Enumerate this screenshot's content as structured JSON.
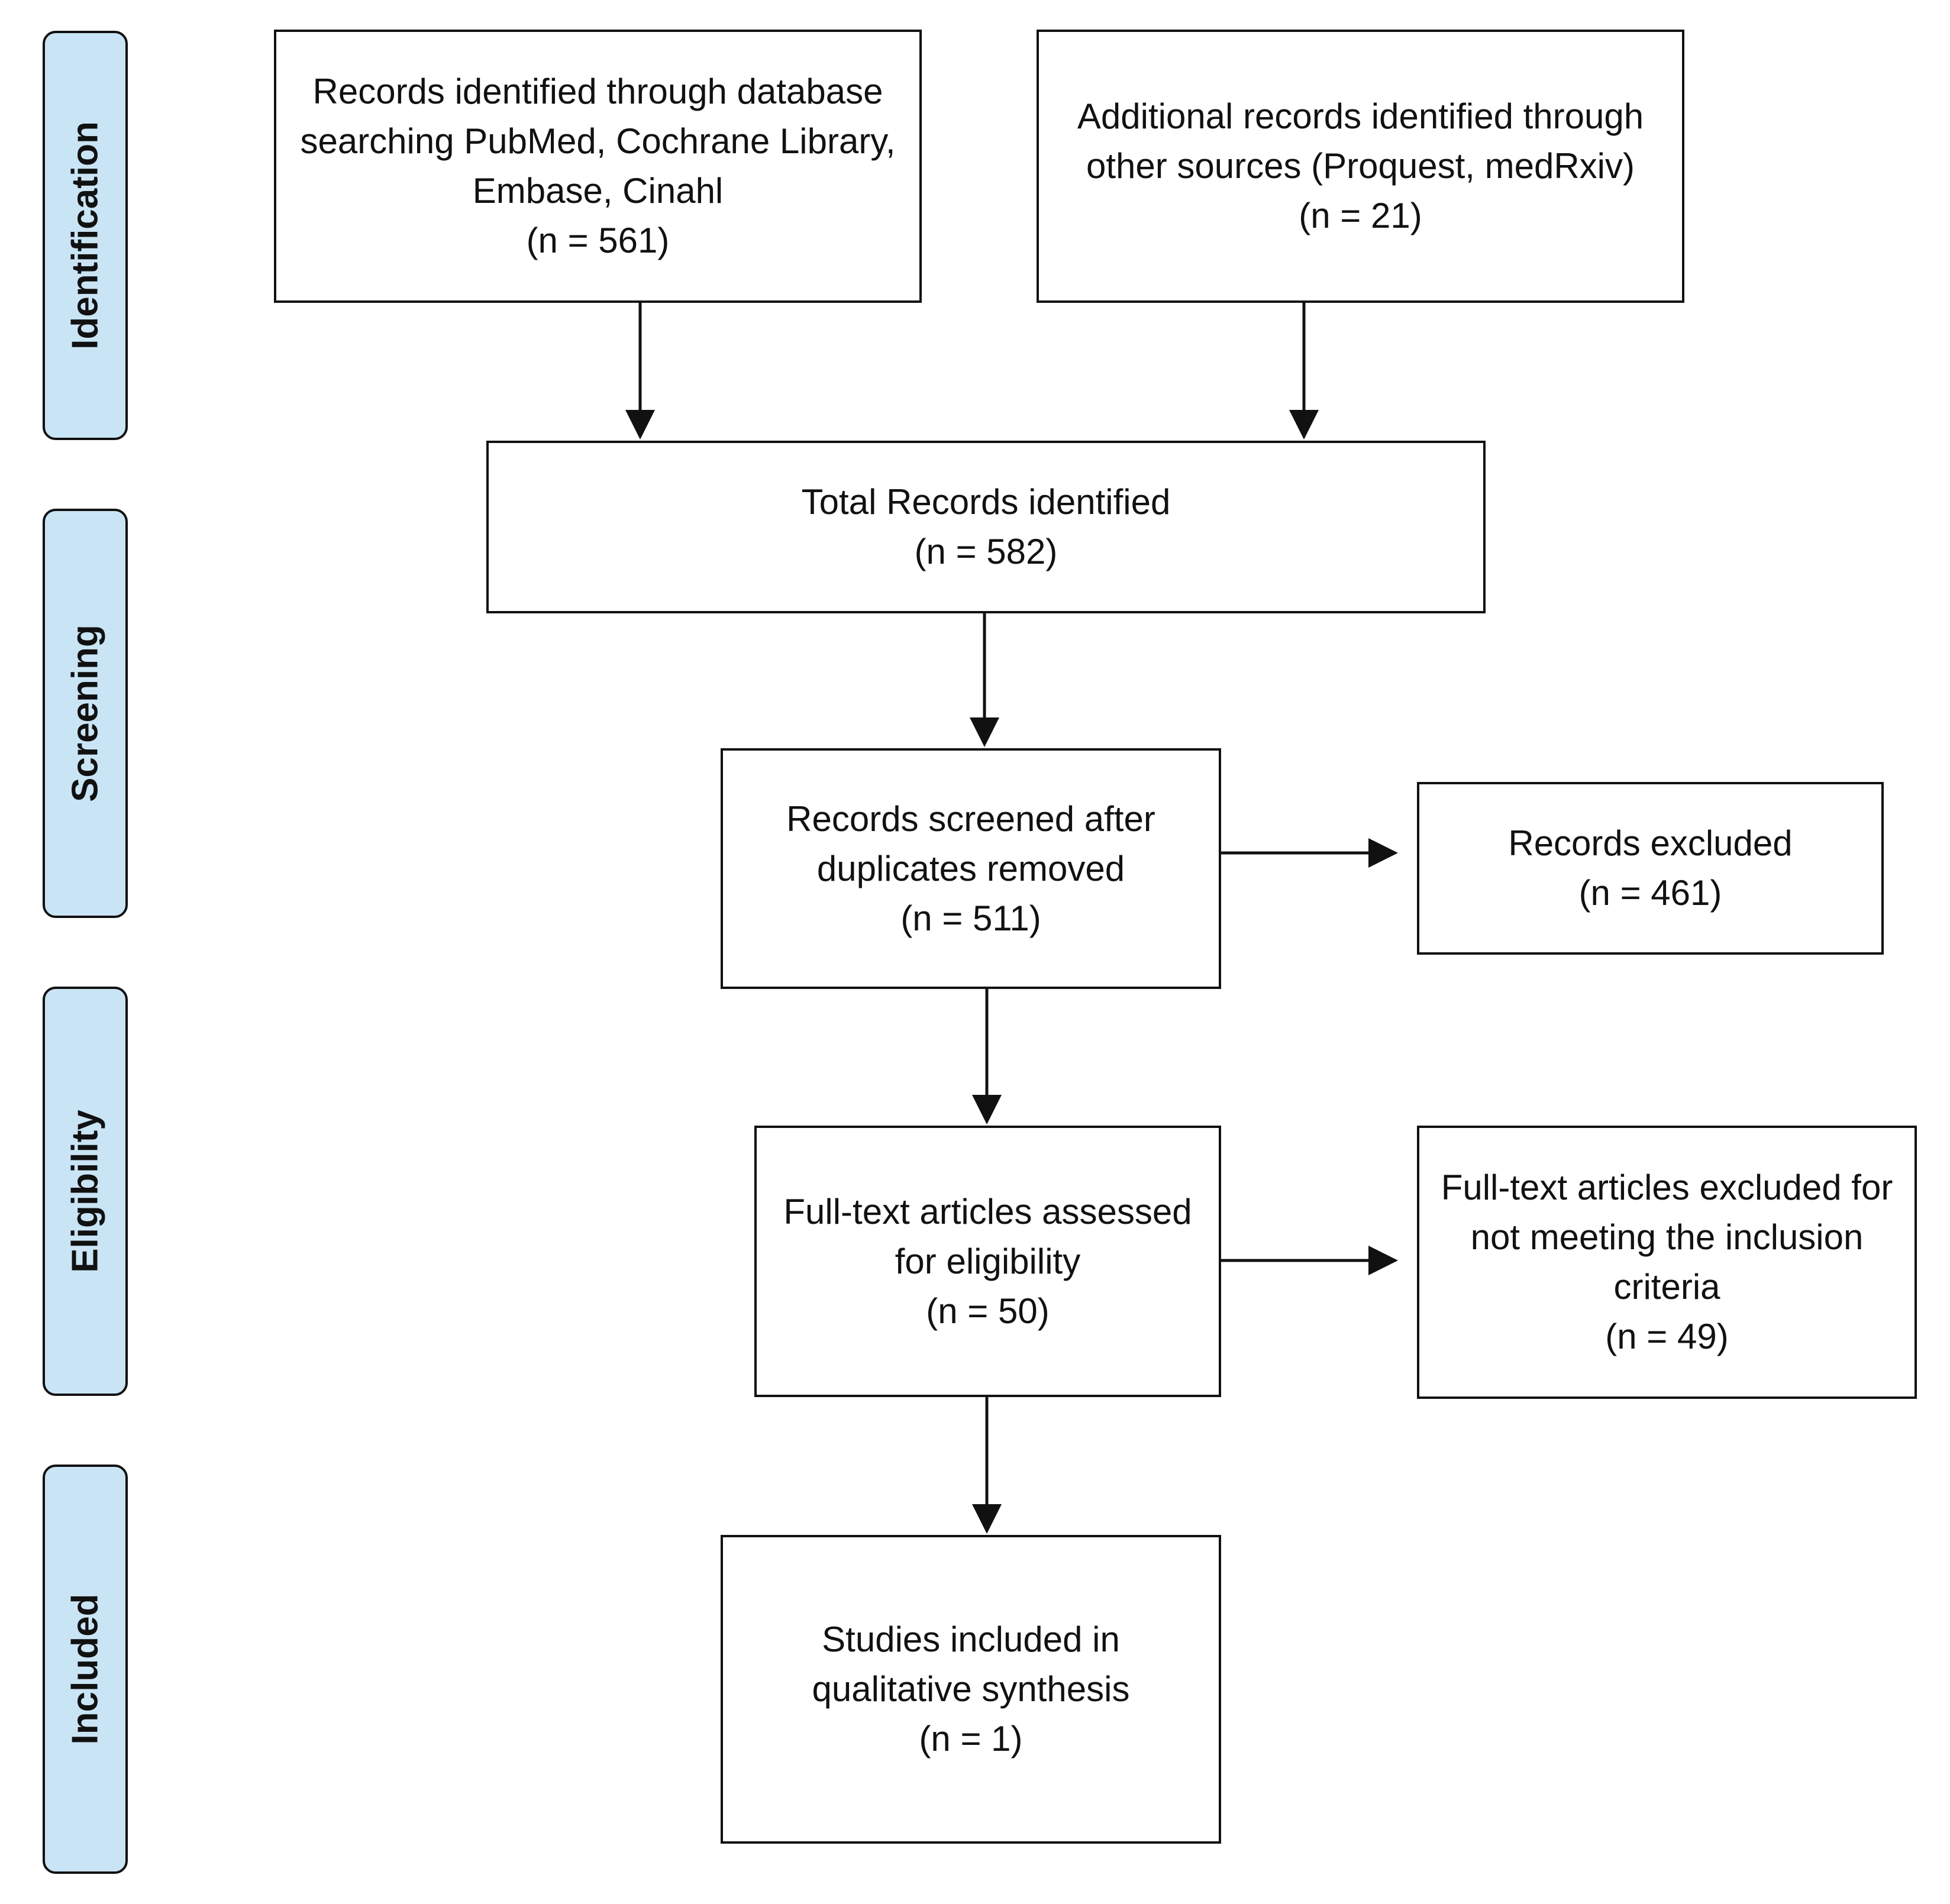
{
  "stages": {
    "identification": "Identification",
    "screening": "Screening",
    "eligibility": "Eligibility",
    "included": "Included"
  },
  "boxes": {
    "database_records": {
      "text": "Records identified through database searching PubMed, Cochrane Library, Embase, Cinahl",
      "count": "(n = 561)"
    },
    "additional_records": {
      "text": "Additional records identified through other sources (Proquest, medRxiv)",
      "count": "(n = 21)"
    },
    "total_records": {
      "text": "Total Records identified",
      "count": "(n = 582)"
    },
    "records_screened": {
      "text": "Records screened after duplicates removed",
      "count": "(n = 511)"
    },
    "records_excluded": {
      "text": "Records excluded",
      "count": "(n = 461)"
    },
    "fulltext_assessed": {
      "text": "Full-text articles assessed for eligibility",
      "count": "(n = 50)"
    },
    "fulltext_excluded": {
      "text": "Full-text articles excluded for not meeting the inclusion criteria",
      "count": "(n = 49)"
    },
    "studies_included": {
      "text": "Studies included in qualitative synthesis",
      "count": "(n = 1)"
    }
  }
}
